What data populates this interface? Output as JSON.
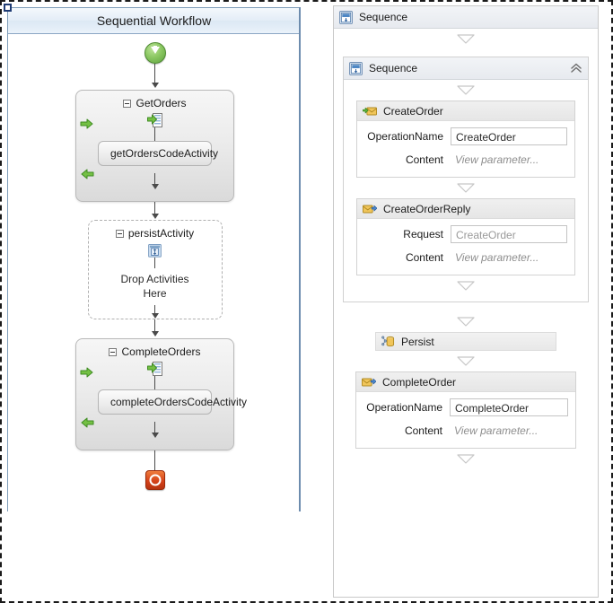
{
  "legacy_designer": {
    "title": "Sequential Workflow",
    "start_icon": "start-circle-icon",
    "stop_icon": "stop-square-icon",
    "activities": [
      {
        "name": "GetOrders",
        "type": "receive",
        "icon": "receive-icon",
        "collapsed": false,
        "child": {
          "name": "getOrdersCodeActivity",
          "icon": "code-scroll-icon"
        }
      },
      {
        "name": "persistActivity",
        "type": "persist",
        "icon": "persist-icon",
        "drop_hint": "Drop Activities\nHere",
        "drop_hint_line1": "Drop Activities",
        "drop_hint_line2": "Here"
      },
      {
        "name": "CompleteOrders",
        "type": "receive",
        "icon": "receive-icon",
        "collapsed": false,
        "child": {
          "name": "completeOrdersCodeActivity",
          "icon": "code-scroll-icon"
        }
      }
    ]
  },
  "wf4_designer": {
    "root": {
      "label": "Sequence",
      "icon": "sequence-icon"
    },
    "inner_sequence": {
      "label": "Sequence",
      "icon": "sequence-icon",
      "collapse_icon": "chevron-up-icon"
    },
    "activities": [
      {
        "id": "create-order",
        "label": "CreateOrder",
        "icon": "receive-message-icon",
        "fields": [
          {
            "label": "OperationName",
            "value": "CreateOrder",
            "style": "input"
          },
          {
            "label": "Content",
            "value": "View parameter...",
            "style": "ghost"
          }
        ]
      },
      {
        "id": "create-order-reply",
        "label": "CreateOrderReply",
        "icon": "send-reply-icon",
        "fields": [
          {
            "label": "Request",
            "value": "CreateOrder",
            "style": "input-ghost"
          },
          {
            "label": "Content",
            "value": "View parameter...",
            "style": "ghost"
          }
        ]
      },
      {
        "id": "persist",
        "label": "Persist",
        "icon": "persist-db-icon",
        "fields": []
      },
      {
        "id": "complete-order",
        "label": "CompleteOrder",
        "icon": "send-reply-icon",
        "fields": [
          {
            "label": "OperationName",
            "value": "CompleteOrder",
            "style": "input"
          },
          {
            "label": "Content",
            "value": "View parameter...",
            "style": "ghost"
          }
        ]
      }
    ],
    "connector_icon": "triangle-down-connector-icon"
  },
  "colors": {
    "legacy_header_border": "#7f9db9",
    "legacy_rule": "#6d8cae",
    "selection_border": "#1a1a1a",
    "selection_handle": "#1f3b73",
    "start_green": "#5da23c",
    "stop_red": "#d5431a",
    "envelope_yellow": "#e8b94a",
    "ghost_text": "#9a9a9a"
  }
}
